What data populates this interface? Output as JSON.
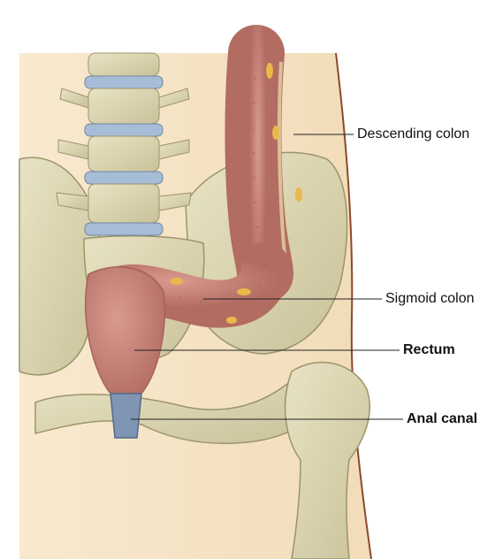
{
  "labels": {
    "descending_colon": "Descending colon",
    "sigmoid_colon": "Sigmoid colon",
    "rectum": "Rectum",
    "anal_canal": "Anal canal"
  },
  "colors": {
    "skin": "#f6e5c8",
    "bone": "#ddd7b4",
    "bone_shadow": "#b9b28a",
    "disc": "#a7bcd6",
    "colon": "#c8847a",
    "colon_dark": "#a5625a",
    "fat": "#e8b84a",
    "anal_canal": "#7f95b3"
  }
}
